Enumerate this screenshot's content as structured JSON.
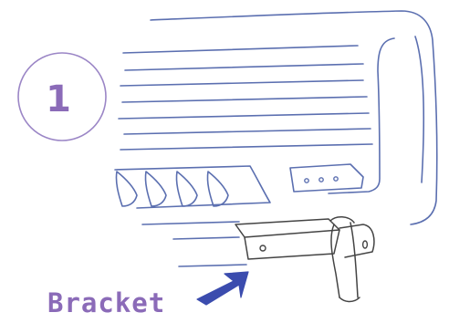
{
  "step": {
    "number": "1"
  },
  "caption": {
    "label": "Bracket"
  },
  "colors": {
    "outline": "#5b6fb0",
    "accent": "#8b6bb8",
    "arrow": "#3b4cae",
    "bracket": "#444444"
  },
  "icons": {
    "step_badge": "circle-outline",
    "pointer": "arrow-up-right-icon"
  }
}
